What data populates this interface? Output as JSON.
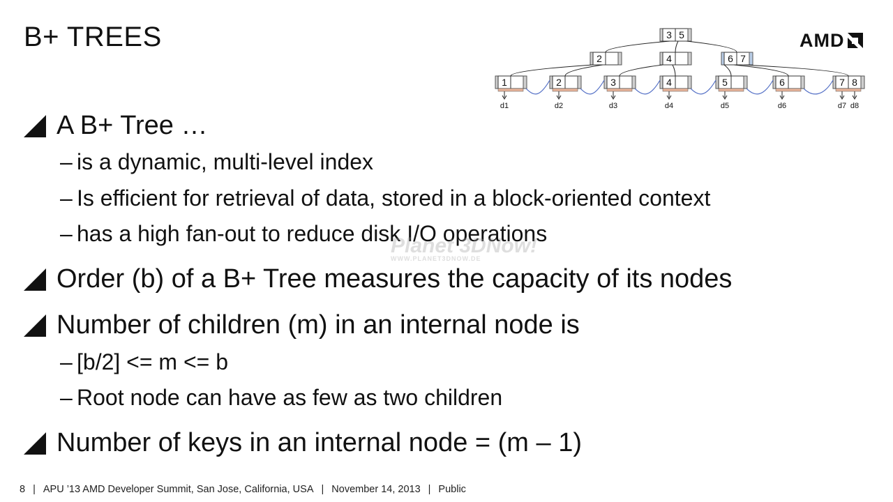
{
  "title": "B+ TREES",
  "logo": {
    "text": "AMD",
    "icon": "amd-arrow-logo"
  },
  "diagram": {
    "root_keys": [
      "3",
      "5"
    ],
    "internal_nodes": [
      [
        "2"
      ],
      [
        "4"
      ],
      [
        "6",
        "7"
      ]
    ],
    "leaves": [
      [
        "1"
      ],
      [
        "2"
      ],
      [
        "3"
      ],
      [
        "4"
      ],
      [
        "5"
      ],
      [
        "6"
      ],
      [
        "7",
        "8"
      ]
    ],
    "data_labels": [
      "d1",
      "d2",
      "d3",
      "d4",
      "d5",
      "d6",
      "d7",
      "d8"
    ]
  },
  "bullets": [
    {
      "text": "A B+ Tree …",
      "subs": [
        "is a dynamic, multi-level index",
        "Is efficient for retrieval of data, stored in a block-oriented context",
        "has a high fan-out to reduce disk I/O operations"
      ]
    },
    {
      "text": "Order (b) of a B+ Tree measures the capacity of its nodes",
      "subs": []
    },
    {
      "text": "Number of children (m) in an internal node is",
      "subs": [
        "[b/2] <= m <= b",
        "Root node can have as few as two children"
      ]
    },
    {
      "text": "Number of keys in an internal node = (m – 1)",
      "subs": []
    }
  ],
  "dash": "–",
  "watermark": {
    "main": "Planet 3DNow!",
    "url": "WWW.PLANET3DNOW.DE"
  },
  "footer": {
    "page": "8",
    "event": "APU ’13 AMD Developer Summit, San Jose, California, USA",
    "date": "November 14, 2013",
    "classification": "Public",
    "separator": "|"
  }
}
